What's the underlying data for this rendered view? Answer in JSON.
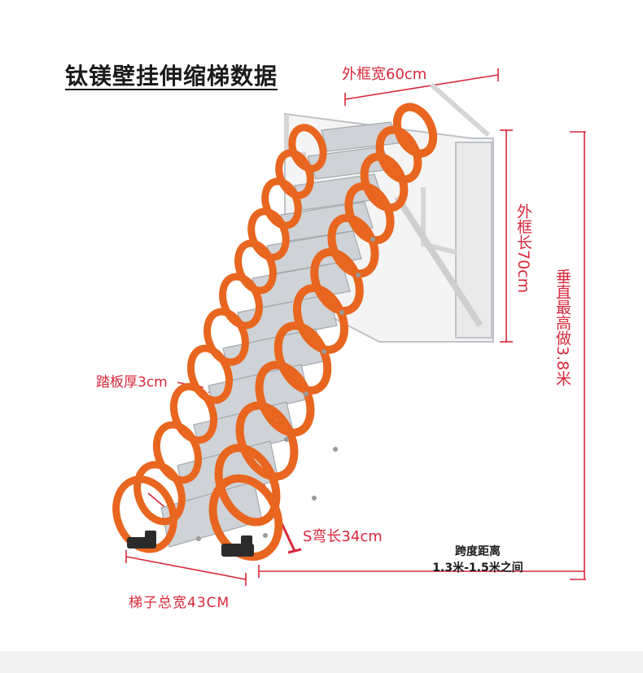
{
  "title": "钛镁壁挂伸缩梯数据",
  "labels": {
    "frame_width": "外框宽60cm",
    "frame_length": "外框长70cm",
    "vertical_height": "垂直最高做3.8米",
    "tread_thickness": "踏板厚3cm",
    "s_bend_length": "S弯长34cm",
    "total_width": "梯子总宽43CM",
    "span_title": "跨度距离",
    "span_range": "1.3米-1.5米之间"
  },
  "colors": {
    "annotation": "#d7283b",
    "ladder_orange": "#e8661f",
    "tread_silver": "#cfd2d6",
    "frame_white": "#f4f4f4"
  },
  "icons": {
    "product": "folding-wall-ladder-illustration"
  }
}
